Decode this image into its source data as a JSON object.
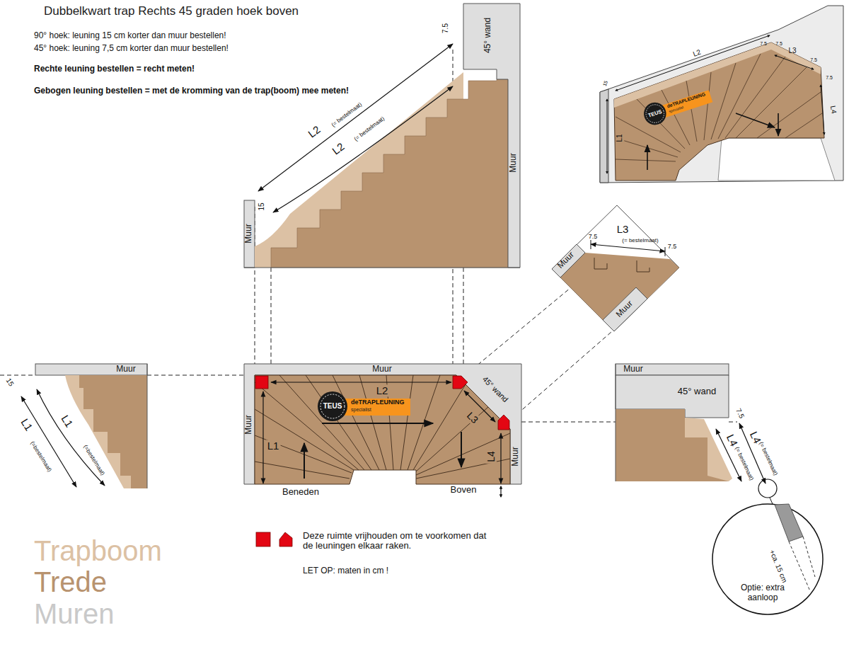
{
  "diagram": {
    "title": "Dubbelkwart trap Rechts 45 graden hoek boven",
    "nodes": [
      {
        "text": [
          "TEUS",
          "deTRAPLEUNING",
          "specialist"
        ]
      },
      {
        "text": [
          "TEUS",
          "deTRAPLEUNING",
          "specialist"
        ]
      }
    ],
    "labels": [
      "90° hoek: leuning 15 cm korter dan muur bestellen!",
      "45° hoek: leuning 7,5 cm korter dan muur bestellen!",
      "Rechte leuning bestellen = recht meten!",
      "Gebogen leuning bestellen = met de kromming van de trap(boom) mee meten!",
      "7.5",
      "45° wand",
      "Muur",
      "L2",
      "(= bestelmaat)",
      "L2",
      "(= bestelmaat)",
      "15",
      "Muur",
      "Muur",
      "7.5",
      "L3",
      "(= bestelmaat)",
      "7.5",
      "Muur",
      "Muur",
      "15",
      "L1",
      "(=bestelmaat)",
      "L1",
      "(=bestelmaat)",
      "Muur",
      "Muur",
      "L1",
      "L2",
      "45° wand",
      "L3",
      "L4",
      "Muur",
      "Beneden",
      "Boven",
      "Muur",
      "45° wand",
      "7.5",
      "L4",
      "(= bestelmaat)",
      "L4",
      "(= bestelmaat)",
      "+ca. 15 cm",
      "Optie: extra aanloop",
      "15",
      "L2",
      "7.5",
      "7.5",
      "L3",
      "7.5",
      "7.5",
      "L4",
      "L1",
      "LET OP: maten in cm !"
    ],
    "legend": [
      {
        "text": "Trapboom",
        "color": "#dcc1a4"
      },
      {
        "text": "Trede",
        "color": "#b8936f"
      },
      {
        "text": "Muren",
        "color": "#c9c9c9"
      },
      {
        "text": "Deze ruimte vrijhouden om te voorkomen dat de leuningen elkaar raken."
      }
    ]
  }
}
